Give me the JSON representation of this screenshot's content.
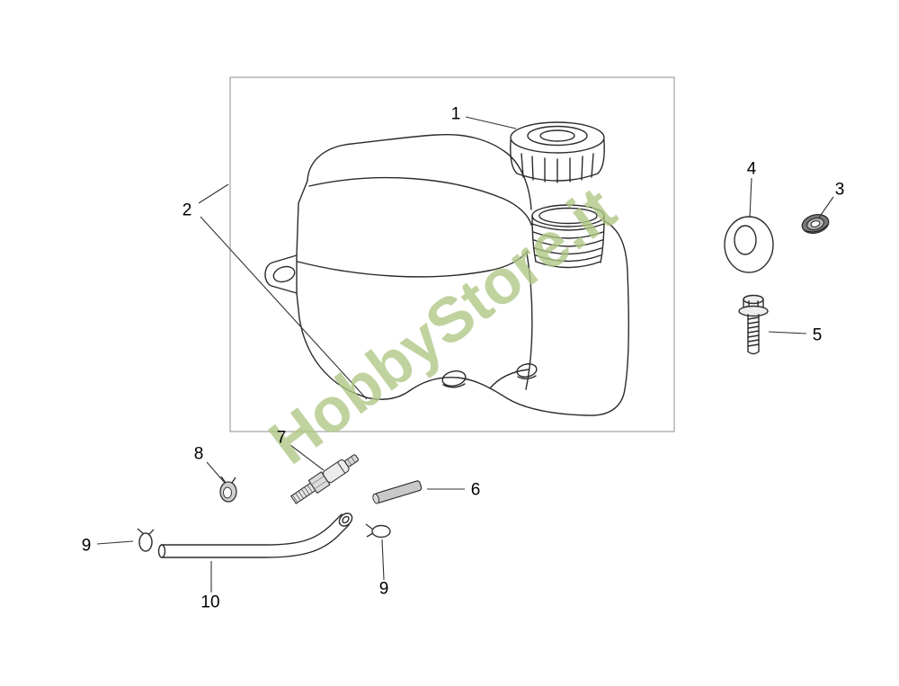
{
  "watermark": {
    "text": "HobbyStore.it",
    "color": "#afc785"
  },
  "callouts": {
    "c1": "1",
    "c2": "2",
    "c3": "3",
    "c4": "4",
    "c5": "5",
    "c6": "6",
    "c7": "7",
    "c8": "8",
    "c9a": "9",
    "c9b": "9",
    "c10": "10"
  },
  "colors": {
    "line": "#2b2b2b",
    "border": "#8f8f8f",
    "background": "#ffffff"
  }
}
